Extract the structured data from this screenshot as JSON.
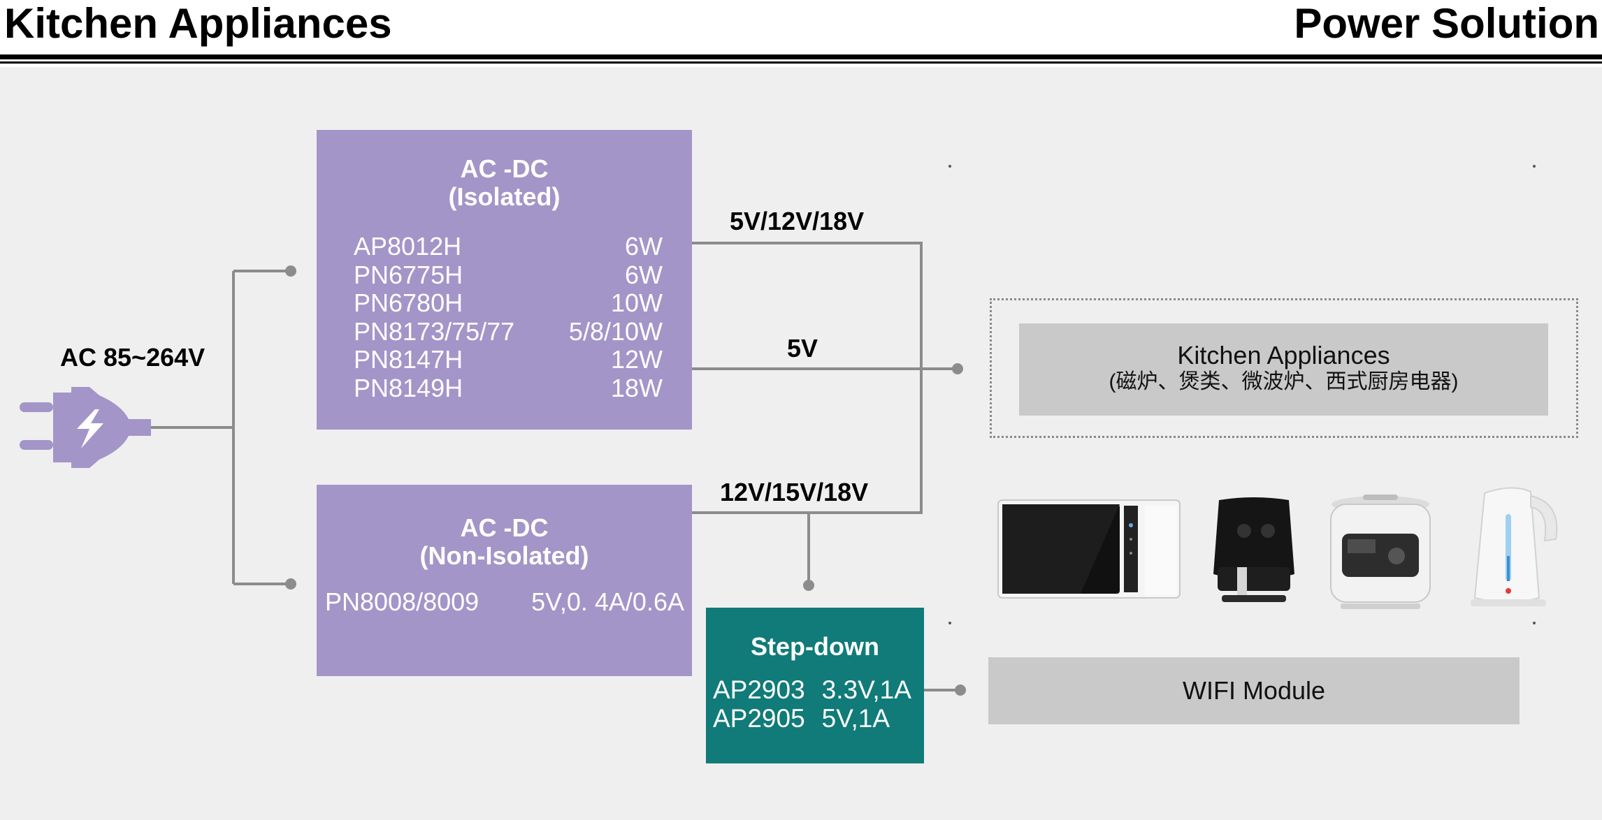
{
  "header": {
    "left_title": "Kitchen Appliances",
    "right_title": "Power Solution"
  },
  "input": {
    "label": "AC 85~264V",
    "icon": "power-plug-icon",
    "icon_color": "#a395c8"
  },
  "isolated_block": {
    "title_line1": "AC -DC",
    "title_line2": "(Isolated)",
    "rows": [
      {
        "part": "AP8012H",
        "power": "6W"
      },
      {
        "part": "PN6775H",
        "power": "6W"
      },
      {
        "part": "PN6780H",
        "power": "10W"
      },
      {
        "part": "PN8173/75/77",
        "power": "5/8/10W"
      },
      {
        "part": "PN8147H",
        "power": "12W"
      },
      {
        "part": "PN8149H",
        "power": "18W"
      }
    ],
    "color": "#a395c8"
  },
  "non_isolated_block": {
    "title_line1": "AC -DC",
    "title_line2": "(Non-Isolated)",
    "row": {
      "part": "PN8008/8009",
      "spec": "5V,0. 4A/0.6A"
    },
    "color": "#a395c8"
  },
  "stepdown_block": {
    "title": "Step-down",
    "rows": [
      {
        "part": "AP2903",
        "spec": "3.3V,1A"
      },
      {
        "part": "AP2905",
        "spec": "5V,1A"
      }
    ],
    "color": "#107b78"
  },
  "wire_labels": {
    "isolated_high": "5V/12V/18V",
    "isolated_5v": "5V",
    "non_isolated": "12V/15V/18V"
  },
  "targets": {
    "kitchen_title": "Kitchen Appliances",
    "kitchen_examples": "(磁炉、煲类、微波炉、西式厨房电器)",
    "wifi": "WIFI Module"
  },
  "appliance_images": [
    "microwave-oven",
    "air-fryer",
    "rice-cooker",
    "electric-kettle"
  ]
}
